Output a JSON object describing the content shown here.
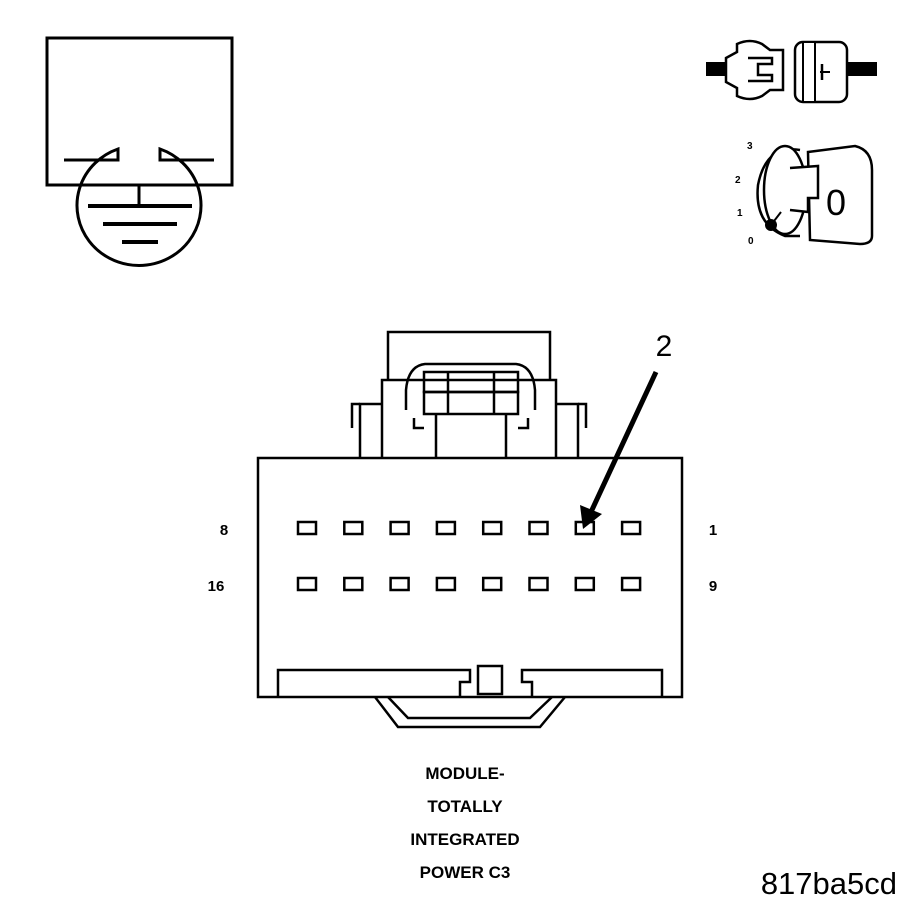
{
  "connector": {
    "callout_number": "2",
    "row1": {
      "left_pin": "8",
      "right_pin": "1",
      "cavity_count": 8
    },
    "row2": {
      "left_pin": "16",
      "right_pin": "9",
      "cavity_count": 8
    },
    "highlighted_cavity": "2"
  },
  "ignition_switch": {
    "positions": [
      "3",
      "2",
      "1",
      "0"
    ],
    "key_label": "0"
  },
  "caption": {
    "lines": [
      "MODULE-",
      "TOTALLY",
      "INTEGRATED",
      "POWER C3"
    ]
  },
  "figure_id": "817ba5cd",
  "icons": [
    "ohmmeter-icon",
    "ground-icon",
    "connector-disconnect-icon",
    "ignition-key-icon"
  ]
}
